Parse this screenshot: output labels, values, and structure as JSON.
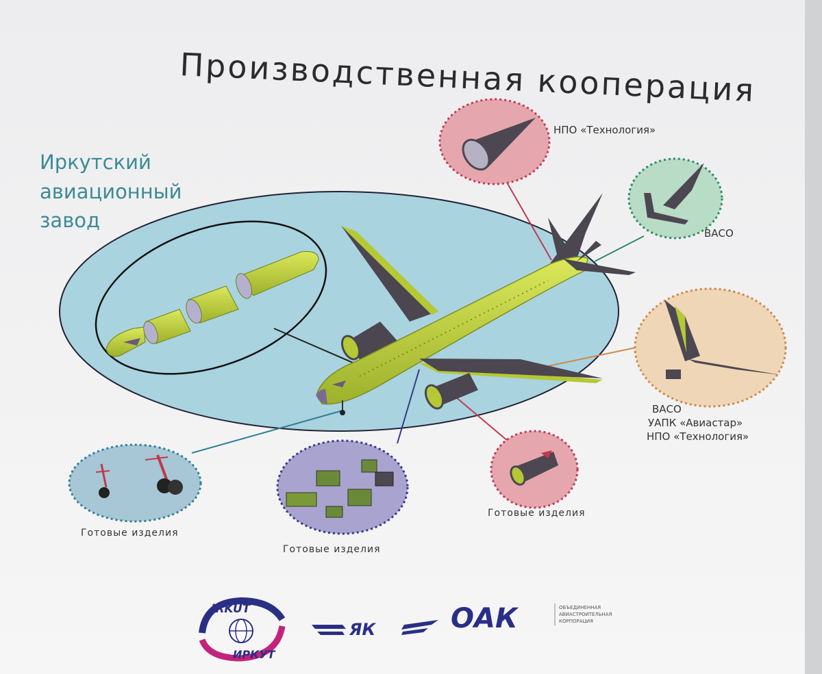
{
  "title": "Производственная кооперация",
  "plant": [
    "Иркутский",
    "авиационный",
    "завод"
  ],
  "suppliers": {
    "nose_fairing": "НПО «Технология»",
    "tail": "ВАСО",
    "wing": [
      "ВАСО",
      "УАПК «Авиастар»",
      "НПО «Технология»"
    ],
    "landing_gear": "Готовые изделия",
    "avionics": "Готовые изделия",
    "engine": "Готовые изделия"
  },
  "logos": {
    "irkut_top": "IRKUT",
    "irkut_bottom": "ИРКУТ",
    "yak": "ЯК",
    "uac": "ОАК",
    "uac_caption": [
      "ОБЪЕДИНЕННАЯ",
      "АВИАСТРОИТЕЛЬНАЯ",
      "КОРПОРАЦИЯ"
    ]
  },
  "colors": {
    "aircraft": "#c4d93a",
    "plant_ellipse": "#a9d3df",
    "pink": "#e5a7ad",
    "green": "#b8dcc5",
    "orange": "#efd6b6",
    "blue": "#a7c6d6",
    "purple": "#a9a3cf"
  }
}
